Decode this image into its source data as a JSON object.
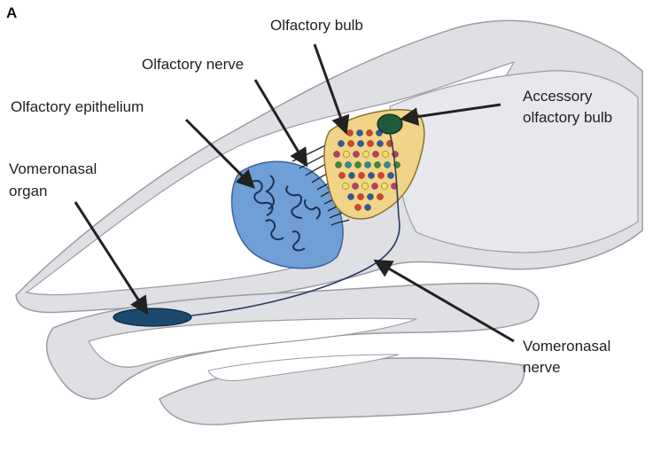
{
  "panel_letter": "A",
  "labels": {
    "olfactory_bulb": "Olfactory bulb",
    "olfactory_nerve": "Olfactory nerve",
    "olfactory_epithelium": "Olfactory epithelium",
    "accessory_line1": "Accessory",
    "accessory_line2": "olfactory bulb",
    "vomeronasal_organ_line1": "Vomeronasal",
    "vomeronasal_organ_line2": "organ",
    "vomeronasal_nerve_line1": "Vomeronasal",
    "vomeronasal_nerve_line2": "nerve"
  },
  "colors": {
    "background": "#ffffff",
    "tissue": "#dfe0e4",
    "outline": "#9a9ca3",
    "epithelium": "#6f9fd6",
    "bulb": "#f1d488",
    "accessory_bulb": "#1f5a3a",
    "vomeronasal_organ": "#1c4a6e",
    "arrow": "#222222"
  },
  "glomeruli_colors": [
    "#d8402c",
    "#e8a33a",
    "#f0e060",
    "#3a8a3a",
    "#2a5aa8",
    "#6a3a98",
    "#c03870",
    "#1f8fa8"
  ]
}
